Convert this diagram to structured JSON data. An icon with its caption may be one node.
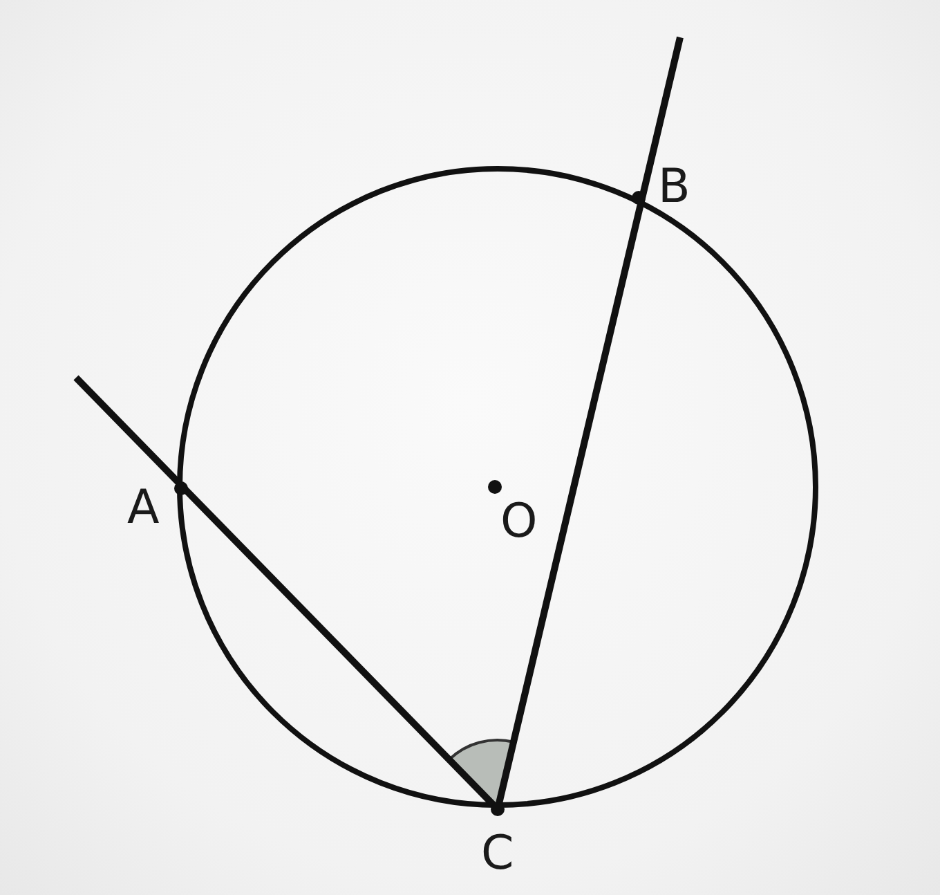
{
  "diagram": {
    "labels": [
      "B",
      "A",
      "O",
      "C"
    ]
  }
}
